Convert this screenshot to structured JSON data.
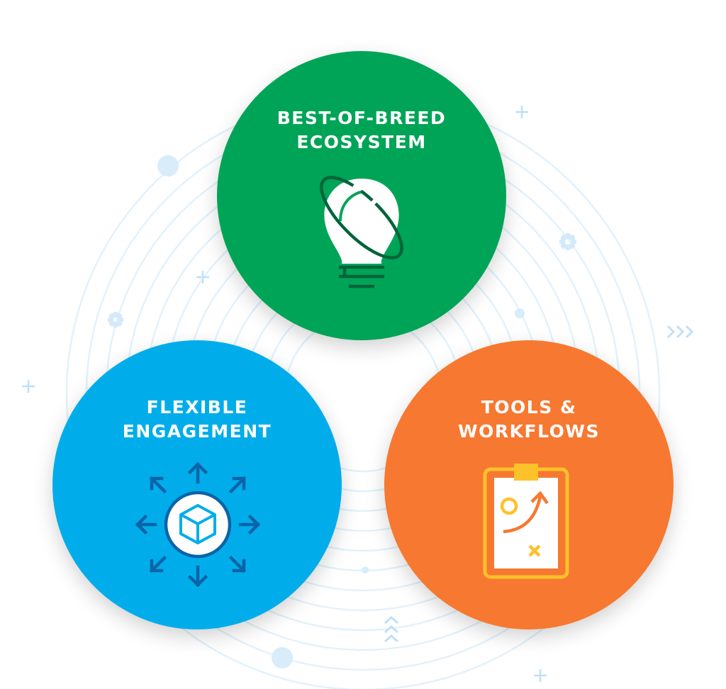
{
  "diagram": {
    "type": "three-pillar-venn",
    "pillars": [
      {
        "id": "best-of-breed-ecosystem",
        "title_lines": [
          "BEST-OF-BREED",
          "ECOSYSTEM"
        ],
        "color": "#00A457",
        "icon": "lightbulb-orbit-icon",
        "icon_accent": "#00643A"
      },
      {
        "id": "flexible-engagement",
        "title_lines": [
          "FLEXIBLE",
          "ENGAGEMENT"
        ],
        "color": "#00ADEA",
        "icon": "cube-arrows-icon",
        "icon_accent": "#0B63A8"
      },
      {
        "id": "tools-workflows",
        "title_lines": [
          "TOOLS &",
          "WORKFLOWS"
        ],
        "color": "#F77830",
        "icon": "clipboard-play-icon",
        "icon_accent": "#FDC12A"
      }
    ],
    "background": {
      "ring_color": "#E2F2FC",
      "decor_color": "#BFE0FA",
      "decorations": [
        "plus-icon",
        "gear-icon",
        "dot",
        "chevrons-right-icon",
        "chevrons-up-icon"
      ]
    }
  }
}
